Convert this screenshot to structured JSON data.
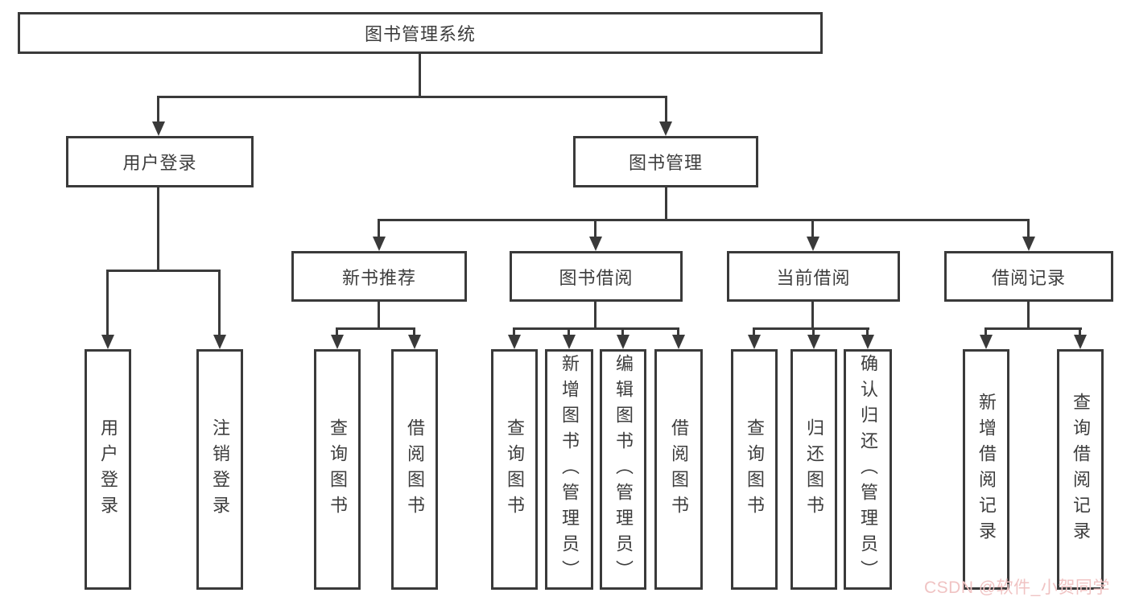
{
  "diagram": {
    "root": {
      "label": "图书管理系统"
    },
    "level2": [
      {
        "id": "user-login",
        "label": "用户登录"
      },
      {
        "id": "book-management",
        "label": "图书管理"
      }
    ],
    "level3": [
      {
        "id": "new-book-recommend",
        "label": "新书推荐",
        "parent": "图书管理"
      },
      {
        "id": "book-borrowing",
        "label": "图书借阅",
        "parent": "图书管理"
      },
      {
        "id": "current-borrowing",
        "label": "当前借阅",
        "parent": "图书管理"
      },
      {
        "id": "borrowing-records",
        "label": "借阅记录",
        "parent": "图书管理"
      }
    ],
    "level4": [
      {
        "parent": "用户登录",
        "label": "用户登录"
      },
      {
        "parent": "用户登录",
        "label": "注销登录"
      },
      {
        "parent": "新书推荐",
        "label": "查询图书"
      },
      {
        "parent": "新书推荐",
        "label": "借阅图书"
      },
      {
        "parent": "图书借阅",
        "label": "查询图书"
      },
      {
        "parent": "图书借阅",
        "label": "新增图书（管理员）"
      },
      {
        "parent": "图书借阅",
        "label": "编辑图书（管理员）"
      },
      {
        "parent": "图书借阅",
        "label": "借阅图书"
      },
      {
        "parent": "当前借阅",
        "label": "查询图书"
      },
      {
        "parent": "当前借阅",
        "label": "归还图书"
      },
      {
        "parent": "当前借阅",
        "label": "确认归还（管理员）"
      },
      {
        "parent": "借阅记录",
        "label": "新增借阅记录"
      },
      {
        "parent": "借阅记录",
        "label": "查询借阅记录"
      }
    ],
    "watermark": "CSDN @软件_小贺同学",
    "colors": {
      "line": "#3a3a3a",
      "text": "#3d3d3d",
      "background": "#ffffff",
      "watermark": "#f0c3c3"
    }
  }
}
